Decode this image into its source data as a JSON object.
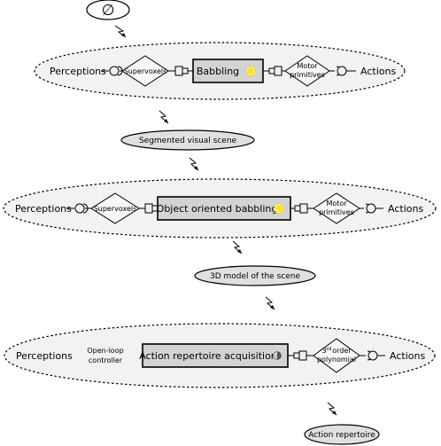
{
  "start_symbol": "∅",
  "layer1": {
    "perceptions": "Perceptions",
    "input_filter": "Supervoxels",
    "module": "Babbling",
    "output_filter": [
      "Motor",
      "primitives"
    ],
    "actions": "Actions"
  },
  "output1": "Segmented visual scene",
  "layer2": {
    "perceptions": "Perceptions",
    "input_filter": "Supervoxels",
    "module": "Object oriented babbling",
    "output_filter": [
      "Motor",
      "primitives"
    ],
    "actions": "Actions"
  },
  "output2": "3D model of the scene",
  "layer3": {
    "perceptions": "Perceptions",
    "controller": [
      "Open-loop",
      "controller"
    ],
    "module": "Action repertoire acquisition",
    "output_filter_ordinal": "3",
    "output_filter_sup": "rd",
    "output_filter_rest": "order",
    "output_filter_line2": "polynomial",
    "actions": "Actions"
  },
  "output3": "Action repertoire",
  "colors": {
    "active_light": "#f5e61c",
    "inactive_light": "#555555",
    "layer_fill": "#f2f2f2",
    "box_fill": "#d3d3d3",
    "output_fill": "#e0e0e0"
  }
}
